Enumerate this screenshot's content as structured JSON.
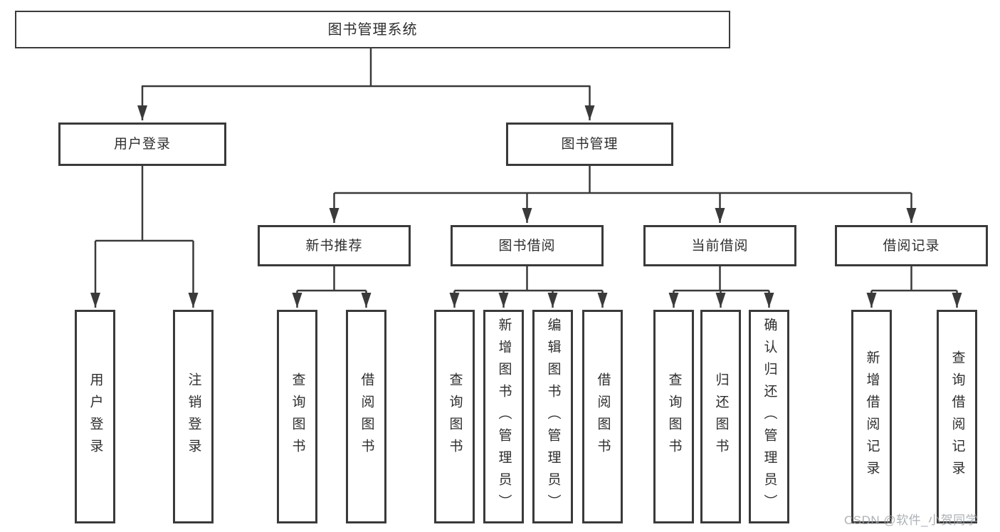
{
  "diagram": {
    "type": "hierarchy",
    "description": "Functional structure diagram of a library management system"
  },
  "tree": {
    "label": "图书管理系统",
    "children": [
      {
        "label": "用户登录",
        "children": [
          {
            "label": "用户登录"
          },
          {
            "label": "注销登录"
          }
        ]
      },
      {
        "label": "图书管理",
        "children": [
          {
            "label": "新书推荐",
            "children": [
              {
                "label": "查询图书"
              },
              {
                "label": "借阅图书"
              }
            ]
          },
          {
            "label": "图书借阅",
            "children": [
              {
                "label": "查询图书"
              },
              {
                "label": "新增图书（管理员）"
              },
              {
                "label": "编辑图书（管理员）"
              },
              {
                "label": "借阅图书"
              }
            ]
          },
          {
            "label": "当前借阅",
            "children": [
              {
                "label": "查询图书"
              },
              {
                "label": "归还图书"
              },
              {
                "label": "确认归还（管理员）"
              }
            ]
          },
          {
            "label": "借阅记录",
            "children": [
              {
                "label": "新增借阅记录"
              },
              {
                "label": "查询借阅记录"
              }
            ]
          }
        ]
      }
    ]
  },
  "watermark": {
    "text": "CSDN @软件_小贺同学"
  },
  "colors": {
    "line": "#3a3a3a",
    "box_border": "#3a3a3a",
    "text": "#2e2e2e",
    "watermark": "#9ea3a8",
    "background": "#ffffff"
  }
}
